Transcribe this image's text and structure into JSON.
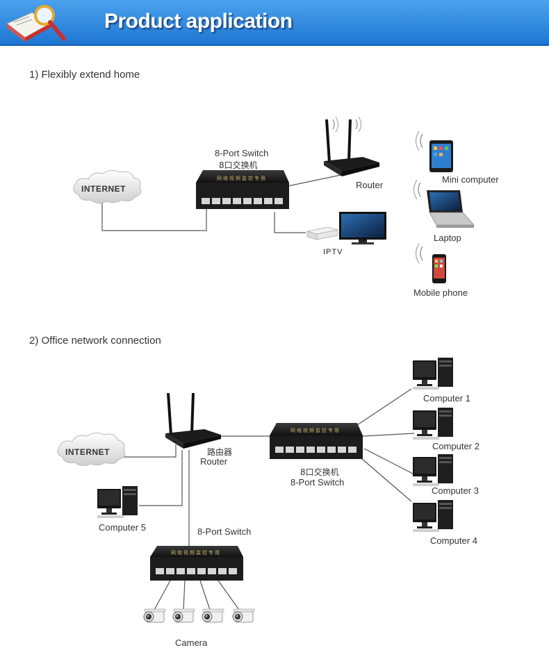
{
  "header": {
    "title": "Product application"
  },
  "section1": {
    "heading": "1)  Flexibly extend home",
    "cloud_text": "INTERNET",
    "switch_label_en": "8-Port Switch",
    "switch_label_cn": "8口交换机",
    "router_label": "Router",
    "iptv_label": "IPTV",
    "mini_label": "Mini computer",
    "laptop_label": "Laptop",
    "phone_label": "Mobile phone"
  },
  "section2": {
    "heading": "2)  Office network connection",
    "cloud_text": "INTERNET",
    "router_label_cn": "路由器",
    "router_label_en": "Router",
    "switch_main_cn": "8口交换机",
    "switch_main_en": "8-Port Switch",
    "switch2_label": "8-Port Switch",
    "computers": [
      "Computer 1",
      "Computer 2",
      "Computer 3",
      "Computer 4",
      "Computer 5"
    ],
    "camera_label": "Camera"
  },
  "switch_face_text": "网络视频监控专用",
  "colors": {
    "header_top": "#4aa2ee",
    "header_bottom": "#1f76d2",
    "switch_body": "#1c1c1c"
  }
}
